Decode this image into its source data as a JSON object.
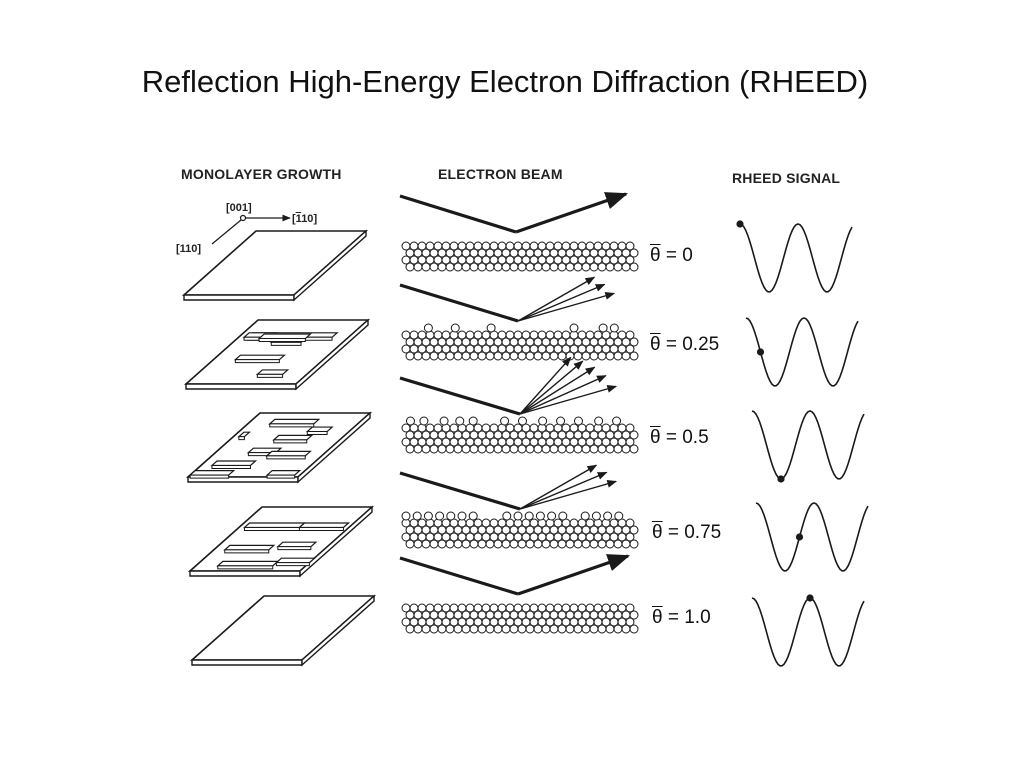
{
  "title": "Reflection High-Energy Electron Diffraction (RHEED)",
  "columns": {
    "growth": "MONOLAYER GROWTH",
    "beam": "ELECTRON BEAM",
    "signal": "RHEED SIGNAL"
  },
  "axes": {
    "a001": "[001]",
    "a110_bar_digit": "1",
    "a110_bar_rest": "10",
    "a110": "[110]"
  },
  "stages": [
    {
      "theta": "θ",
      "value": "= 0",
      "coverage": 0
    },
    {
      "theta": "θ",
      "value": "= 0.25",
      "coverage": 0.25
    },
    {
      "theta": "θ",
      "value": "= 0.5",
      "coverage": 0.5
    },
    {
      "theta": "θ",
      "value": "= 0.75",
      "coverage": 0.75
    },
    {
      "theta": "θ",
      "value": "= 1.0",
      "coverage": 1.0
    }
  ],
  "colors": {
    "ink": "#1a1a1a"
  }
}
